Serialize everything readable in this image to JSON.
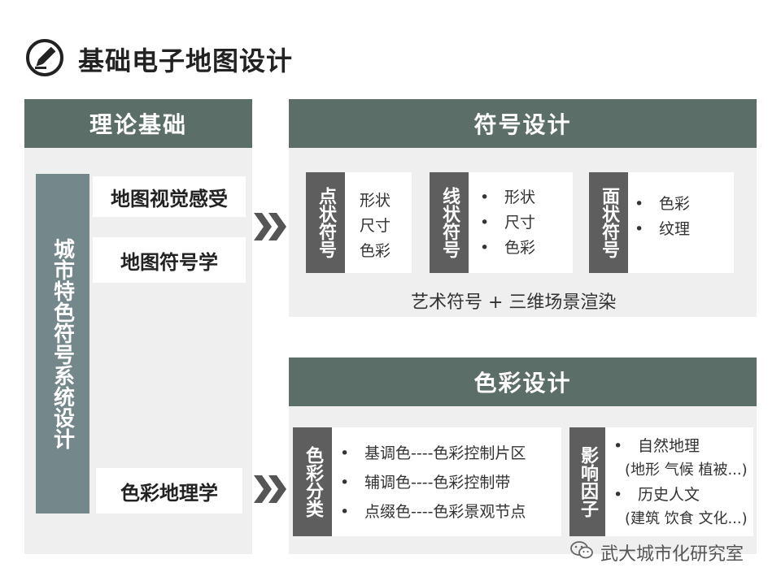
{
  "title": "基础电子地图设计",
  "theory": {
    "header": "理论基础",
    "side_label": "城市特色符号系统设计",
    "items": [
      "地图视觉感受",
      "地图符号学",
      "色彩地理学"
    ]
  },
  "symbol": {
    "header": "符号设计",
    "point": {
      "label": "点状符号",
      "items": [
        "形状",
        "尺寸",
        "色彩"
      ]
    },
    "line": {
      "label": "线状符号",
      "items": [
        "形状",
        "尺寸",
        "色彩"
      ]
    },
    "area": {
      "label": "面状符号",
      "items": [
        "色彩",
        "纹理"
      ]
    },
    "footer": "艺术符号 + 三维场景渲染"
  },
  "color": {
    "header": "色彩设计",
    "classify": {
      "label": "色彩分类",
      "items": [
        "基调色----色彩控制片区",
        "辅调色----色彩控制带",
        "点缀色----色彩景观节点"
      ]
    },
    "factors": {
      "label": "影响因子",
      "items": [
        "自然地理",
        "(地形 气候 植被...)",
        "历史人文",
        "(建筑 饮食 文化...)"
      ]
    }
  },
  "watermark": "武大城市化研究室",
  "colors": {
    "header": "#5c6e68",
    "vbar": "#74878a",
    "panel": "#efefef",
    "dark": "#5e5e5e"
  }
}
